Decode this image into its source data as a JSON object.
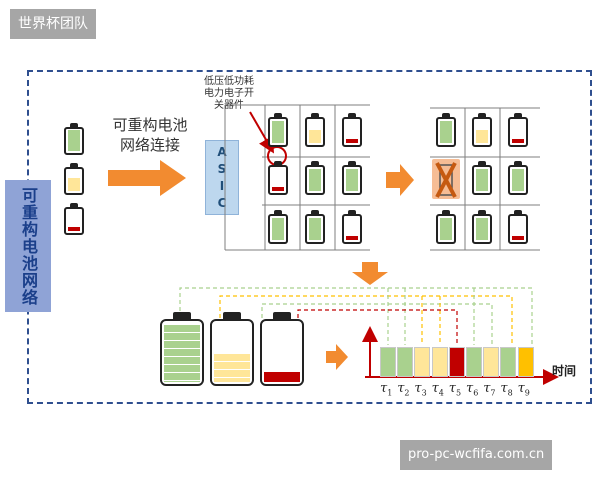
{
  "watermark_top": "世界杯团队",
  "watermark_bottom": "pro-pc-wcfifa.com.cn",
  "side_title": "可重构电池网络",
  "step_label": "可重构电池\n网络连接",
  "switch_label": "低压低功耗\n电力电子开\n关器件",
  "asic_letters": [
    "A",
    "S",
    "I",
    "C"
  ],
  "time_label": "时间",
  "tau_labels": [
    "τ1",
    "τ2",
    "τ3",
    "τ4",
    "τ5",
    "τ6",
    "τ7",
    "τ8",
    "τ9"
  ],
  "colors": {
    "green": "#a9d18e",
    "yellow": "#ffe699",
    "red": "#c00000",
    "orange": "#f28b30",
    "dark_red": "#c00000",
    "gold": "#ffc000"
  },
  "time_cells": [
    "green",
    "green",
    "yellow",
    "yellow",
    "red",
    "green",
    "yellow",
    "green",
    "gold"
  ]
}
